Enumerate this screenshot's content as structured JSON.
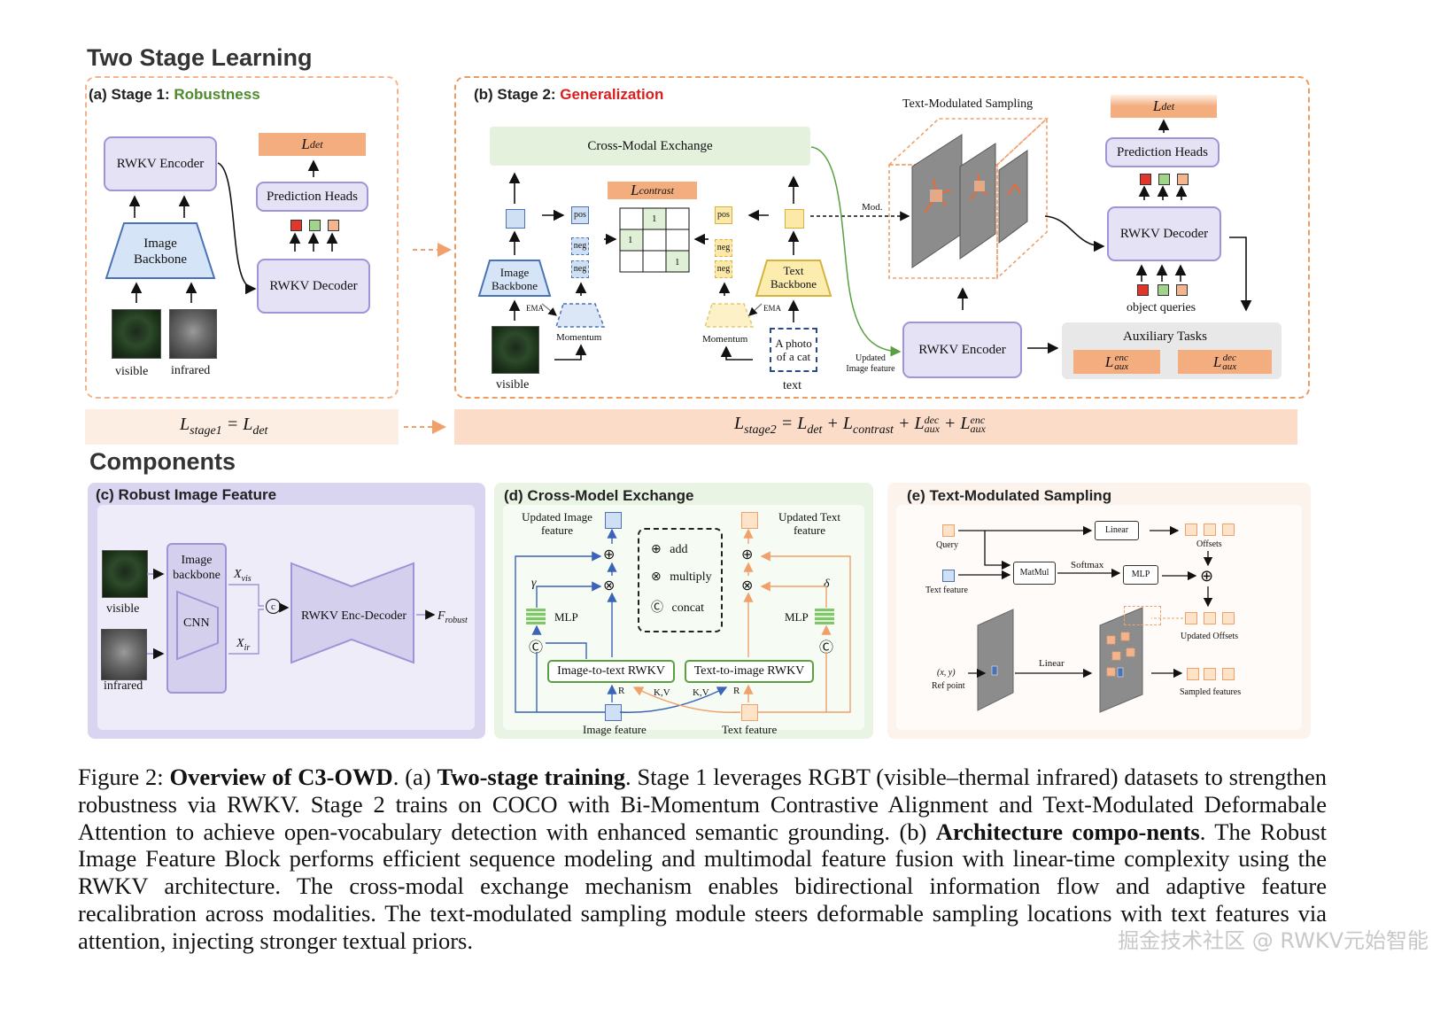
{
  "headings": {
    "two_stage": "Two Stage Learning",
    "components": "Components"
  },
  "stage1": {
    "prefix": "(a) Stage 1: ",
    "highlight": "Robustness",
    "highlight_color": "#4f8a2e",
    "encoder": "RWKV Encoder",
    "backbone": "Image Backbone",
    "l_det": "L",
    "l_det_sub": "det",
    "pred_heads": "Prediction Heads",
    "decoder": "RWKV Decoder",
    "visible": "visible",
    "infrared": "infrared",
    "eq_left": "L",
    "eq_left_sub": "stage1",
    "eq_right": "L",
    "eq_right_sub": "det"
  },
  "stage2": {
    "prefix": "(b) Stage 2: ",
    "highlight": "Generalization",
    "highlight_color": "#d62020",
    "cross_modal": "Cross-Modal Exchange",
    "l_contrast": "L",
    "l_contrast_sub": "contrast",
    "image_backbone": "Image Backbone",
    "text_backbone": "Text Backbone",
    "momentum_left": "Momentum",
    "momentum_right": "Momentum",
    "ema": "EMA",
    "pos": "pos",
    "neg": "neg",
    "matrix_one": "1",
    "visible": "visible",
    "text_input": "A photo of a cat",
    "text": "text",
    "tms_title": "Text-Modulated Sampling",
    "mod": "Mod.",
    "updated_image_feature": "Updated Image feature",
    "rwkv_encoder": "RWKV Encoder",
    "rwkv_decoder": "RWKV Decoder",
    "pred_heads": "Prediction Heads",
    "l_det": "L",
    "l_det_sub": "det",
    "object_queries": "object queries",
    "aux_tasks": "Auxiliary Tasks",
    "aux": "L",
    "enc": "enc",
    "dec": "dec",
    "aux_sub": "aux",
    "eq_stage2": "L",
    "eq_stage2_sub": "stage2",
    "eq_det_sub": "det",
    "eq_contrast_sub": "contrast"
  },
  "panel_c": {
    "title": "(c) Robust Image Feature",
    "visible": "visible",
    "infrared": "infrared",
    "backbone": "Image backbone",
    "cnn": "CNN",
    "x_vis": "X",
    "x_vis_sub": "vis",
    "x_ir": "X",
    "x_ir_sub": "ir",
    "concat": "c",
    "enc_dec": "RWKV Enc-Decoder",
    "f_robust": "F",
    "f_robust_sub": "robust"
  },
  "panel_d": {
    "title": "(d) Cross-Model Exchange",
    "updated_image": "Updated Image feature",
    "updated_text": "Updated Text feature",
    "legend_add": "add",
    "legend_multiply": "multiply",
    "legend_concat": "concat",
    "gamma": "γ",
    "delta": "δ",
    "mlp": "MLP",
    "i2t": "Image-to-text RWKV",
    "t2i": "Text-to-image RWKV",
    "r": "R",
    "kv": "K,V",
    "image_feature": "Image feature",
    "text_feature": "Text feature"
  },
  "panel_e": {
    "title": "(e) Text-Modulated Sampling",
    "query": "Query",
    "text_feature": "Text feature",
    "linear": "Linear",
    "matmul": "MatMul",
    "softmax": "Softmax",
    "mlp": "MLP",
    "offsets": "Offsets",
    "updated_offsets": "Updated Offsets",
    "xy": "(x, y)",
    "ref_point": "Ref point",
    "linear2": "Linear",
    "sampled": "Sampled features"
  },
  "caption": {
    "fig": "Figure 2: ",
    "title": "Overview of C3-OWD",
    "p1": ". (a) ",
    "b1": "Two-stage training",
    "p2": ". Stage 1 leverages RGBT (visible–thermal infrared) datasets to strengthen robustness via RWKV. Stage 2 trains on COCO with Bi-Momentum Contrastive Alignment and Text-Modulated Deformabale Attention to achieve open-vocabulary detection with enhanced semantic grounding. (b) ",
    "b2": "Architecture compo-nents",
    "p3": ". The Robust Image Feature Block performs efficient sequence modeling and multimodal feature fusion with linear-time complexity using the RWKV architecture. The cross-modal exchange mechanism enables bidirectional information flow and adaptive feature recalibration across modalities. The text-modulated sampling module steers deformable sampling locations with text features via attention, injecting stronger textual priors."
  },
  "watermark": "掘金技术社区 @ RWKV元始智能"
}
